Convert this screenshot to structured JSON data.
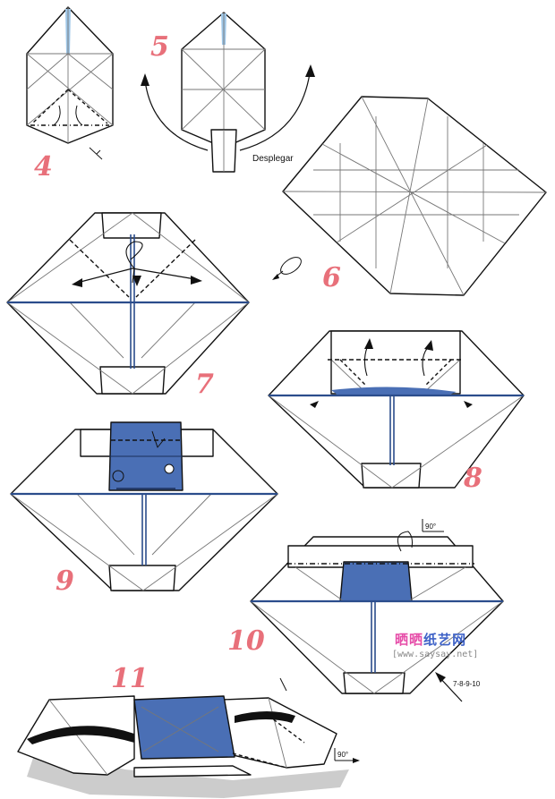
{
  "steps": {
    "s4": "4",
    "s5": "5",
    "s6": "6",
    "s7": "7",
    "s8": "8",
    "s9": "9",
    "s10": "10",
    "s11": "11"
  },
  "labels": {
    "unfold": "Desplegar",
    "angle_step10": "90°",
    "angle_step11": "90°",
    "repeat_ref": "7-8-9-10"
  },
  "watermark": {
    "site_cn": "晒晒纸艺网",
    "url": "[www.saysay.net]"
  },
  "colors": {
    "step_number": "#e8707a",
    "paper_blue": "#4a6fb5",
    "line": "#111111",
    "crease": "#777777",
    "shadow": "#cccccc",
    "watermark_pink": "#e64ca8",
    "watermark_blue": "#3e62c7"
  }
}
